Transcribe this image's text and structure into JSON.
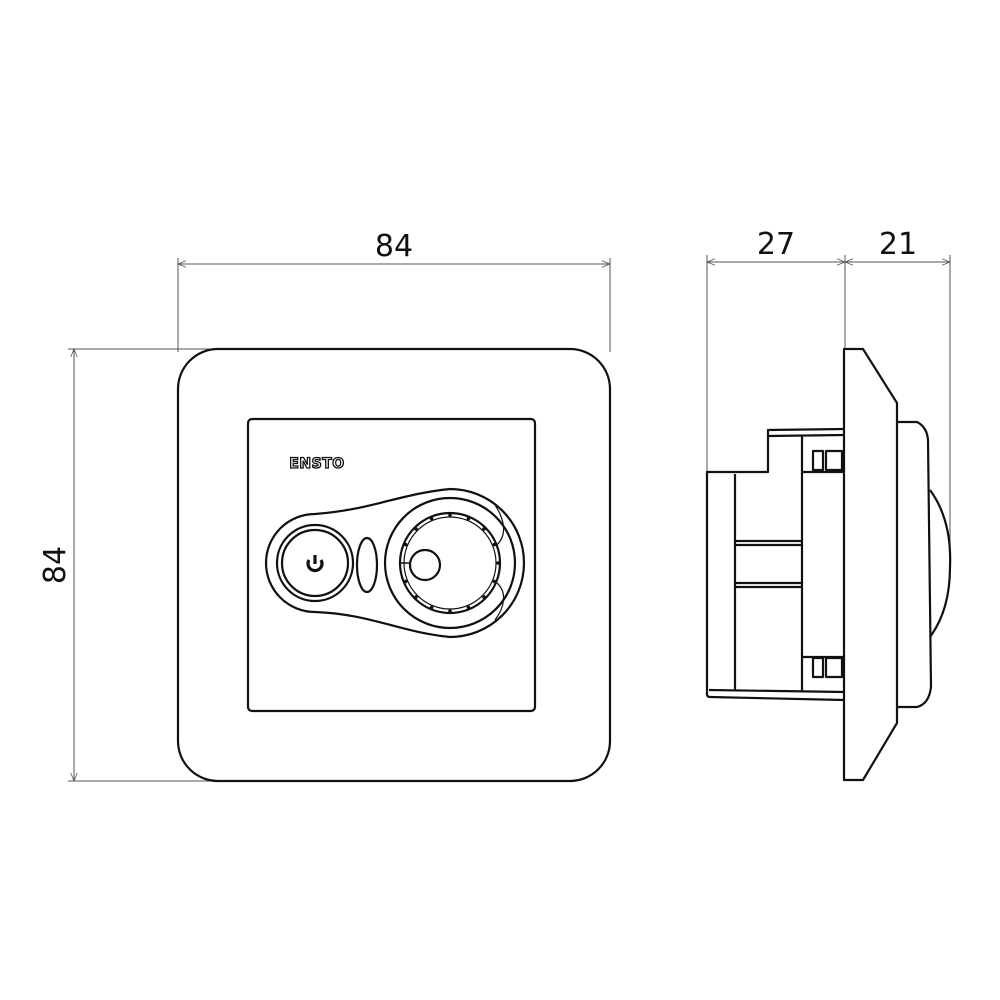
{
  "front_view": {
    "width_label": "84",
    "height_label": "84",
    "brand_logo": "ENSTO",
    "power_icon": "power-icon"
  },
  "side_view": {
    "depth_label": "27",
    "front_depth_label": "21"
  },
  "colors": {
    "line": "#111111",
    "dimension_line": "#555555",
    "background": "#ffffff"
  }
}
